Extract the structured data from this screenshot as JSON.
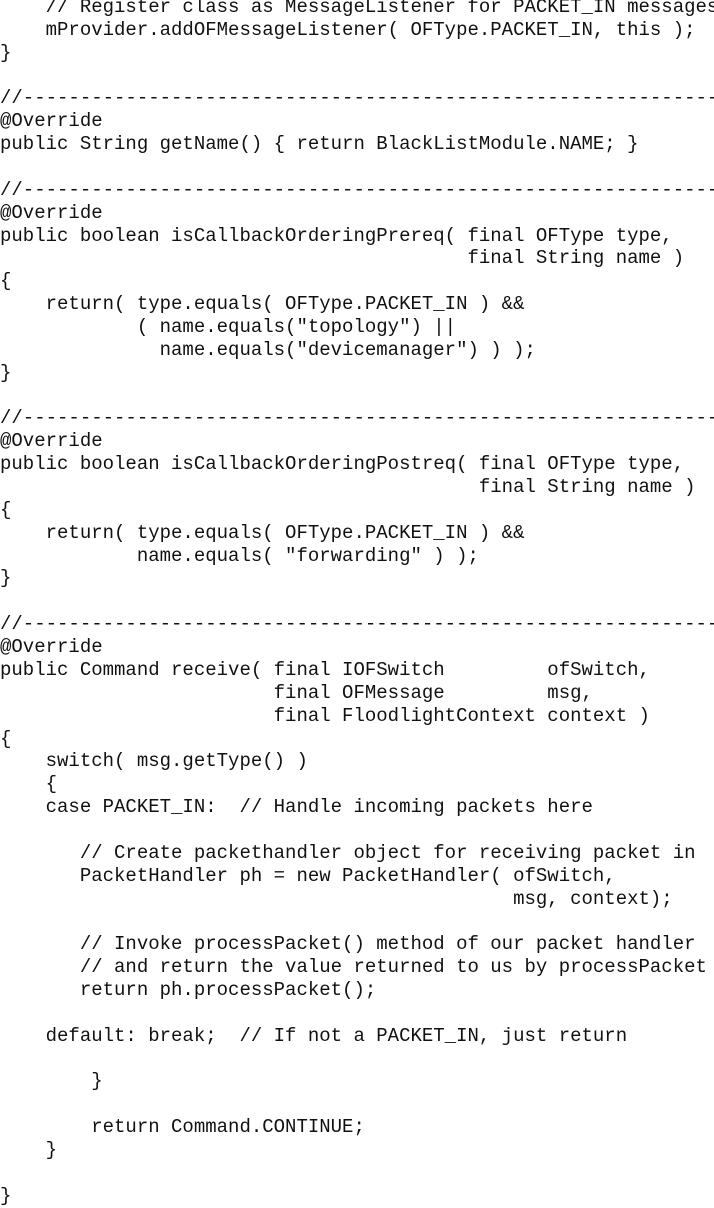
{
  "document": {
    "lines": [
      "    // Register class as MessageListener for PACKET_IN messages.",
      "    mProvider.addOFMessageListener( OFType.PACKET_IN, this );",
      "}",
      "",
      "//--------------------------------------------------------------",
      "@Override",
      "public String getName() { return BlackListModule.NAME; }",
      "",
      "//--------------------------------------------------------------",
      "@Override",
      "public boolean isCallbackOrderingPrereq( final OFType type,",
      "                                         final String name )",
      "{",
      "    return( type.equals( OFType.PACKET_IN ) &&",
      "            ( name.equals(\"topology\") ||",
      "              name.equals(\"devicemanager\") ) );",
      "}",
      "",
      "//--------------------------------------------------------------",
      "@Override",
      "public boolean isCallbackOrderingPostreq( final OFType type,",
      "                                          final String name )",
      "{",
      "    return( type.equals( OFType.PACKET_IN ) &&",
      "            name.equals( \"forwarding\" ) );",
      "}",
      "",
      "//--------------------------------------------------------------",
      "@Override",
      "public Command receive( final IOFSwitch         ofSwitch,",
      "                        final OFMessage         msg,",
      "                        final FloodlightContext context )",
      "{",
      "    switch( msg.getType() )",
      "    {",
      "    case PACKET_IN:  // Handle incoming packets here",
      "",
      "       // Create packethandler object for receiving packet in",
      "       PacketHandler ph = new PacketHandler( ofSwitch,",
      "                                             msg, context);",
      "",
      "       // Invoke processPacket() method of our packet handler",
      "       // and return the value returned to us by processPacket",
      "       return ph.processPacket();",
      "",
      "    default: break;  // If not a PACKET_IN, just return",
      "",
      "        }",
      "",
      "        return Command.CONTINUE;",
      "    }",
      "",
      "}"
    ]
  }
}
